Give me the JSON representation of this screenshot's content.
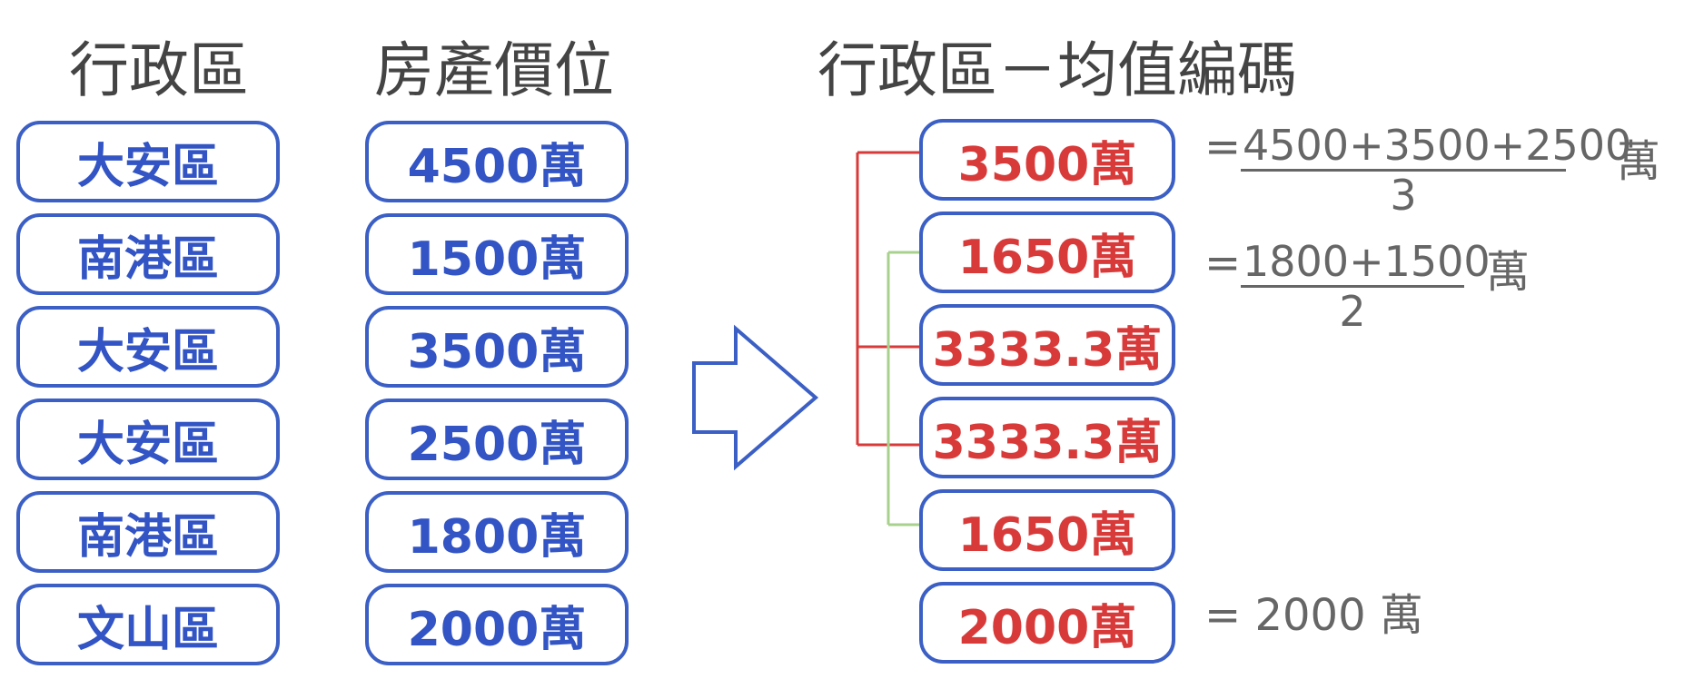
{
  "headers": {
    "district": "行政區",
    "price": "房產價位",
    "encoded": "行政區－均值編碼"
  },
  "left_rows": [
    {
      "district": "大安區",
      "price": "4500萬"
    },
    {
      "district": "南港區",
      "price": "1500萬"
    },
    {
      "district": "大安區",
      "price": "3500萬"
    },
    {
      "district": "大安區",
      "price": "2500萬"
    },
    {
      "district": "南港區",
      "price": "1800萬"
    },
    {
      "district": "文山區",
      "price": "2000萬"
    }
  ],
  "encoded_values": [
    "3500萬",
    "1650萬",
    "3333.3萬",
    "3333.3萬",
    "1650萬",
    "2000萬"
  ],
  "formulas": {
    "daan": {
      "eq": "=",
      "numerator": "4500+3500+2500",
      "denominator": "3",
      "unit": "萬"
    },
    "nangang": {
      "eq": "=",
      "numerator": "1800+1500",
      "denominator": "2",
      "unit": "萬"
    },
    "wenshan": {
      "text": "= 2000 萬"
    }
  },
  "colors": {
    "box_border": "#3b5fc4",
    "blue_text": "#3254c4",
    "red_text": "#d83a3a",
    "daan_bracket": "#d83a3a",
    "nangang_bracket": "#a9d18e",
    "arrow": "#3b5fc4"
  },
  "icons": {
    "arrow": "right-arrow-outline-icon"
  }
}
